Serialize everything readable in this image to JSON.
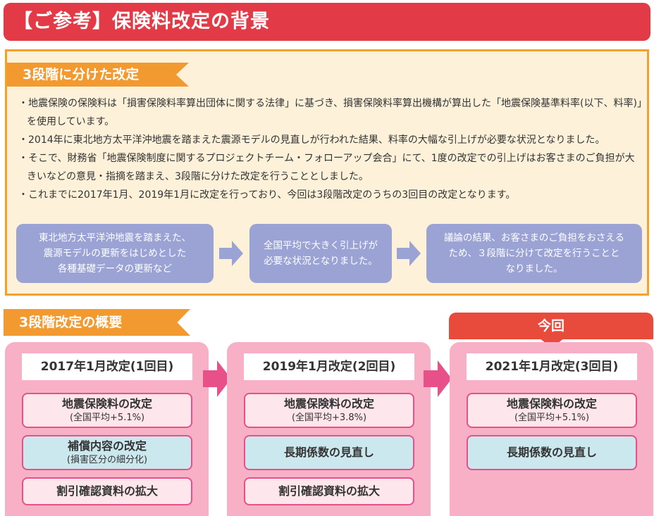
{
  "title": "【ご参考】保険料改定の背景",
  "section1": {
    "label": "3段階に分けた改定",
    "bullets": [
      "・地震保険の保険料は「損害保険料率算出団体に関する法律」に基づき、損害保険料率算出機構が算出した「地震保険基準料率(以下、料率)」を使用しています。",
      "・2014年に東北地方太平洋沖地震を踏まえた震源モデルの見直しが行われた結果、料率の大幅な引上げが必要な状況となりました。",
      "・そこで、財務省「地震保険制度に関するプロジェクトチーム・フォローアップ会合」にて、1度の改定での引上げはお客さまのご負担が大きいなどの意見・指摘を踏まえ、3段階に分けた改定を行うこととしました。",
      "・これまでに2017年1月、2019年1月に改定を行っており、今回は3段階改定のうちの3回目の改定となります。"
    ],
    "flow": [
      "東北地方太平洋沖地震を踏まえた、\n震源モデルの更新をはじめとした\n各種基礎データの更新など",
      "全国平均で大きく引上げが\n必要な状況となりました。",
      "議論の結果、お客さまのご負担をおさえる\nため、３段階に分けて改定を行うことと\nなりました。"
    ]
  },
  "section2": {
    "label": "3段階改定の概要",
    "current_label": "今回",
    "columns": [
      {
        "header": "2017年1月改定(1回目)",
        "items": [
          {
            "title": "地震保険料の改定",
            "sub": "(全国平均+5.1%)"
          },
          {
            "title": "補償内容の改定",
            "sub": "(損害区分の細分化)"
          },
          {
            "title": "割引確認資料の拡大",
            "sub": ""
          }
        ]
      },
      {
        "header": "2019年1月改定(2回目)",
        "items": [
          {
            "title": "地震保険料の改定",
            "sub": "(全国平均+3.8%)"
          },
          {
            "title": "長期係数の見直し",
            "sub": ""
          },
          {
            "title": "割引確認資料の拡大",
            "sub": ""
          }
        ]
      },
      {
        "header": "2021年1月改定(3回目)",
        "items": [
          {
            "title": "地震保険料の改定",
            "sub": "(全国平均+5.1%)"
          },
          {
            "title": "長期係数の見直し",
            "sub": ""
          }
        ]
      }
    ]
  },
  "colors": {
    "banner": "#e23b47",
    "section_label": "#f29a30",
    "background_box": "#fdf1d9",
    "flow_box": "#9aa3d4",
    "column": "#f7b0c6",
    "item_border": "#e8508a",
    "arrow": "#e8508a",
    "current_badge": "#e84a3c"
  }
}
